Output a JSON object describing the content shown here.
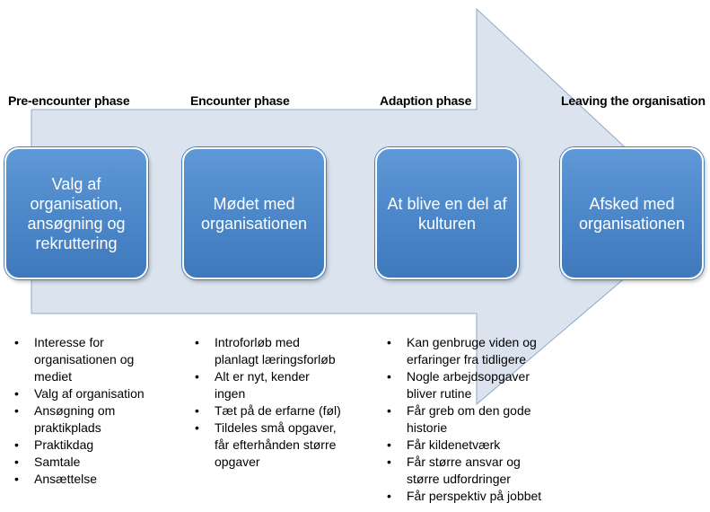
{
  "arrow": {
    "fill": "#dbe3ef",
    "stroke": "#8eaacb"
  },
  "phases": [
    {
      "title": "Pre-encounter phase",
      "box": "Valg af\norganisation,\nansøgning og\nrekruttering",
      "items": [
        "Interesse for\norganisationen og\nmediet",
        "Valg af organisation",
        "Ansøgning om\npraktikplads",
        "Praktikdag",
        "Samtale",
        "Ansættelse"
      ]
    },
    {
      "title": "Encounter phase",
      "box": "Mødet med\norganisationen",
      "items": [
        "Introforløb med\nplanlagt læringsforløb",
        "Alt er nyt, kender\ningen",
        "Tæt på de erfarne (føl)",
        "Tildeles små opgaver,\nfår efterhånden større\nopgaver"
      ]
    },
    {
      "title": "Adaption phase",
      "box": "At blive en del af\nkulturen",
      "items": [
        "Kan genbruge viden og\nerfaringer fra tidligere",
        "Nogle arbejdsopgaver\nbliver rutine",
        "Får greb om den gode\nhistorie",
        "Får kildenetværk",
        "Får større ansvar og\nstørre udfordringer",
        "Får perspektiv på jobbet"
      ]
    },
    {
      "title": "Leaving the organisation",
      "box": "Afsked med\norganisationen",
      "items": []
    }
  ]
}
